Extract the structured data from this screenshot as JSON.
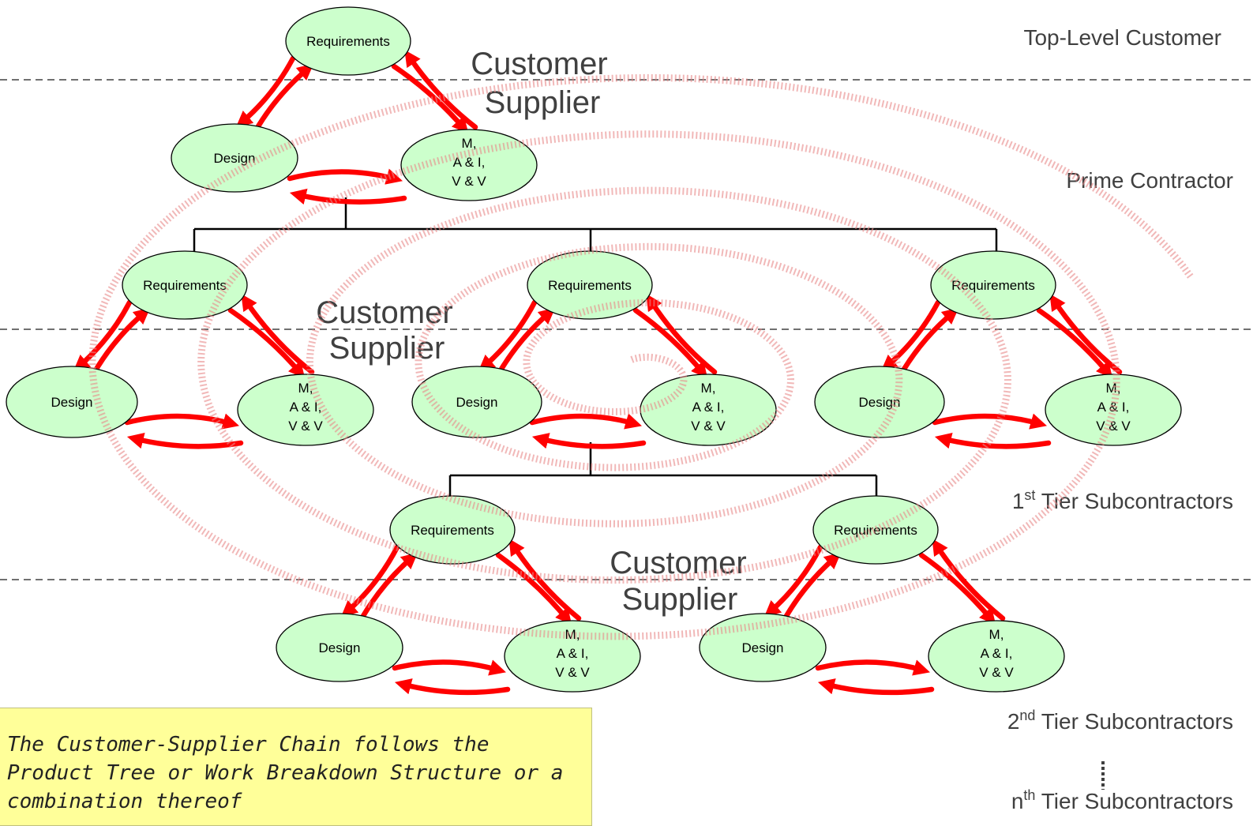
{
  "colors": {
    "node_fill": "#ccffcc",
    "arrow": "#ff0000",
    "spiral": "#e88888",
    "tier_text": "#404040",
    "note_fill": "#ffff99"
  },
  "nodes": {
    "requirements": "Requirements",
    "design": "Design",
    "mai_line1": "M,",
    "mai_line2": "A & I,",
    "mai_line3": "V & V"
  },
  "interface": {
    "customer": "Customer",
    "supplier": "Supplier"
  },
  "tiers": {
    "top": "Top-Level Customer",
    "prime": "Prime Contractor",
    "first": {
      "num": "1",
      "sup": "st",
      "text": " Tier Subcontractors"
    },
    "second": {
      "num": "2",
      "sup": "nd",
      "text": " Tier Subcontractors"
    },
    "nth": {
      "num": "n",
      "sup": "th",
      "text": " Tier Subcontractors"
    }
  },
  "note": "The Customer-Supplier Chain follows the Product Tree or Work Breakdown Structure or a combination thereof"
}
